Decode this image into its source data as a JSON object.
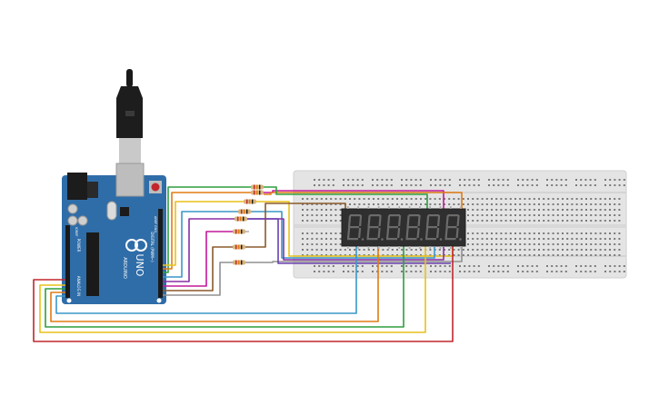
{
  "board": {
    "logo_text": "UNO",
    "label_arduino": "ARDUINO",
    "label_digital": "DIGITAL (PWM~)",
    "label_analog": "ANALOG IN",
    "label_power": "POWER",
    "label_aref": "AREF",
    "label_gnd": "GND",
    "label_ioref": "IOREF"
  },
  "display": {
    "digit_count": 6,
    "segment_color": "#6b6b6b",
    "body_color": "#2f2f2f"
  },
  "colors": {
    "board": "#2f6da8",
    "breadboard": "#e4e4e4",
    "wire_green": "#2e9e3e",
    "wire_orange": "#e07b14",
    "wire_yellow": "#e8c11a",
    "wire_red": "#c0262b",
    "wire_purple": "#8a2fa3",
    "wire_blue": "#3a97c9",
    "wire_brown": "#8b5a2b",
    "wire_gray": "#909090",
    "wire_magenta": "#c2189a"
  }
}
